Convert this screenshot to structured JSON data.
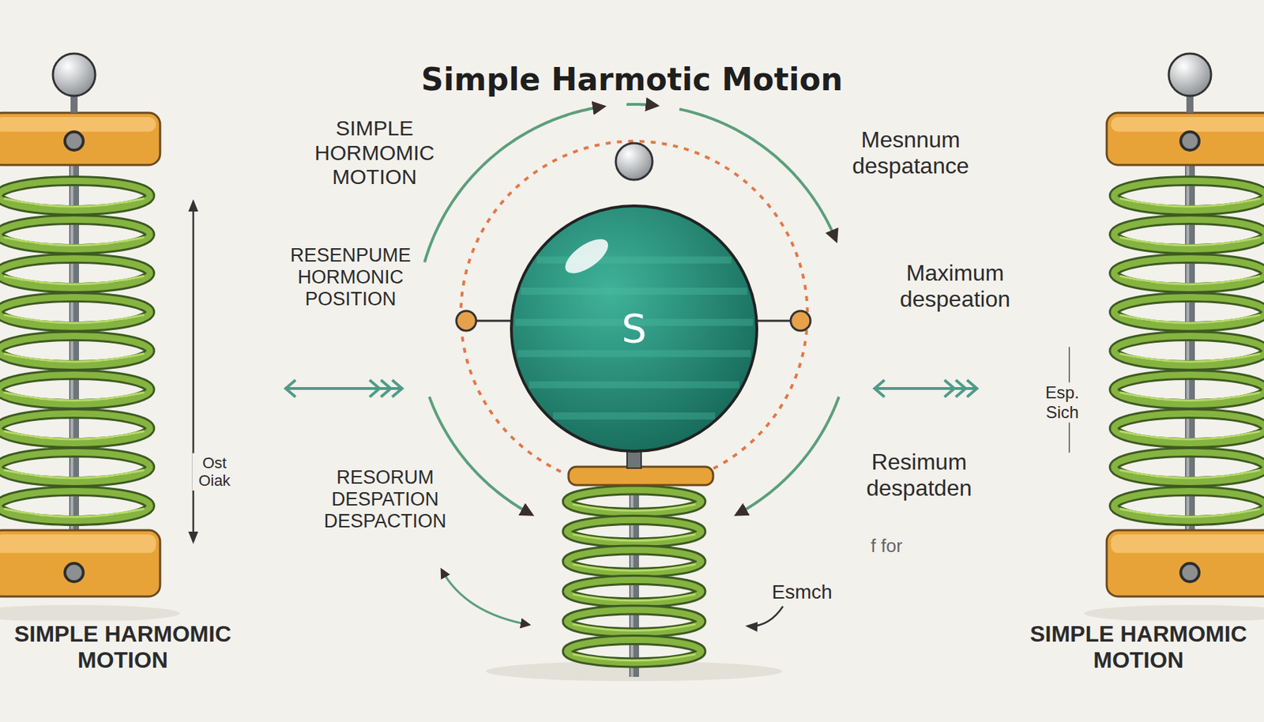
{
  "diagram": {
    "title": "Simple Harmotic Motion",
    "nodes": [
      {
        "text": [
          "S"
        ]
      }
    ],
    "labels": [
      "SIMPLE HORMOMIC MOTION",
      "Mesnnum despatance",
      "RESENPUME HORMONIC POSITION",
      "Maximum despeation",
      "Ost Oiak",
      "RESORUM DESPATION DESPACTION",
      "Resimum despatden",
      "f for",
      "Esmch",
      "Esp. Sich",
      "SIMPLE HARMOMIC MOTION",
      "SIMPLE HARMOMIC MOTION"
    ]
  }
}
